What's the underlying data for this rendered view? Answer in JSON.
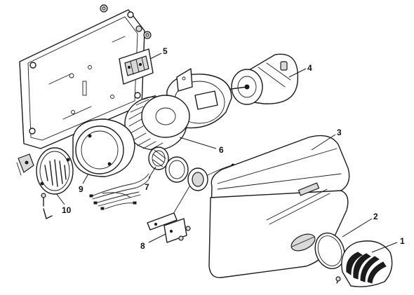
{
  "diagram": {
    "callouts": [
      {
        "label": "1"
      },
      {
        "label": "2"
      },
      {
        "label": "3"
      },
      {
        "label": "4"
      },
      {
        "label": "5"
      },
      {
        "label": "6"
      },
      {
        "label": "7"
      },
      {
        "label": "8"
      },
      {
        "label": "9"
      },
      {
        "label": "10"
      }
    ]
  }
}
